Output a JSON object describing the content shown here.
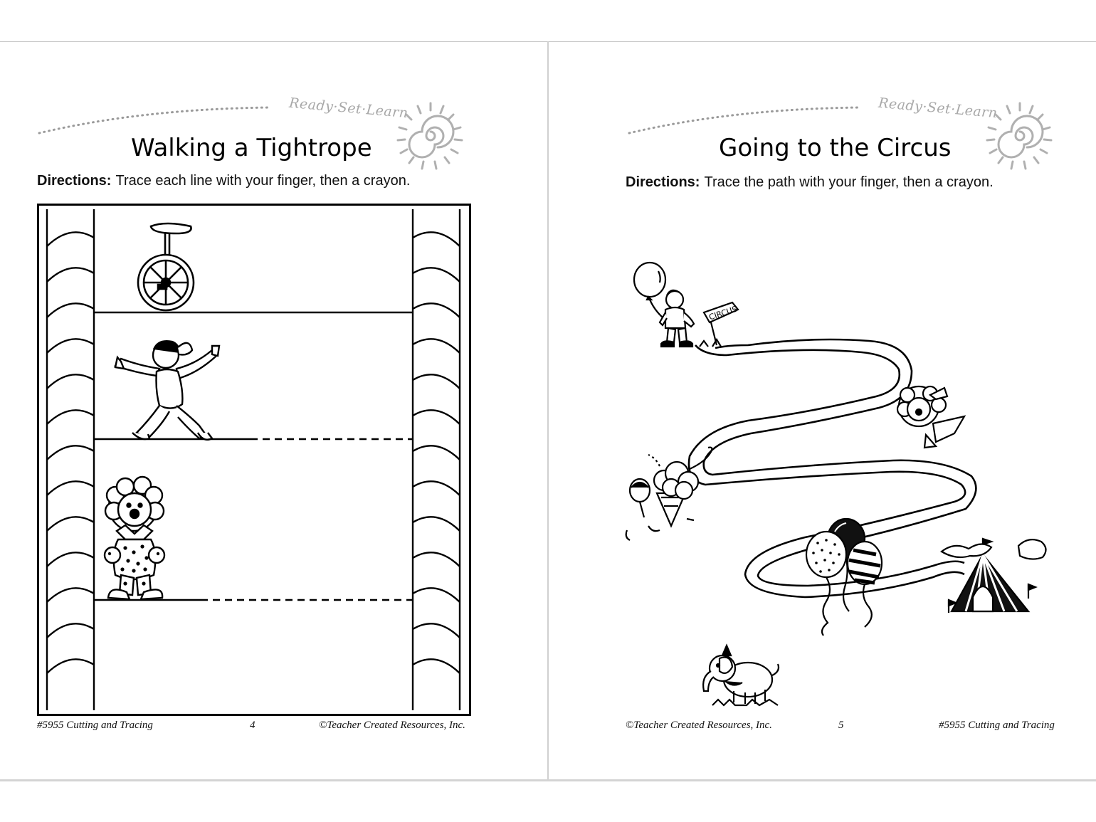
{
  "left_page": {
    "brand": "Ready·Set·Learn",
    "title": "Walking a Tightrope",
    "directions_label": "Directions:",
    "directions_text": "Trace each line with your finger, then a crayon.",
    "footer": {
      "book": "#5955 Cutting and Tracing",
      "page_number": "4",
      "publisher": "©Teacher Created Resources, Inc."
    }
  },
  "right_page": {
    "brand": "Ready·Set·Learn",
    "title": "Going to the Circus",
    "directions_label": "Directions:",
    "directions_text": "Trace the path with your finger, then a crayon.",
    "sign_text": "CIRCUS",
    "footer": {
      "publisher": "©Teacher Created Resources, Inc.",
      "page_number": "5",
      "book": "#5955 Cutting and Tracing"
    }
  }
}
